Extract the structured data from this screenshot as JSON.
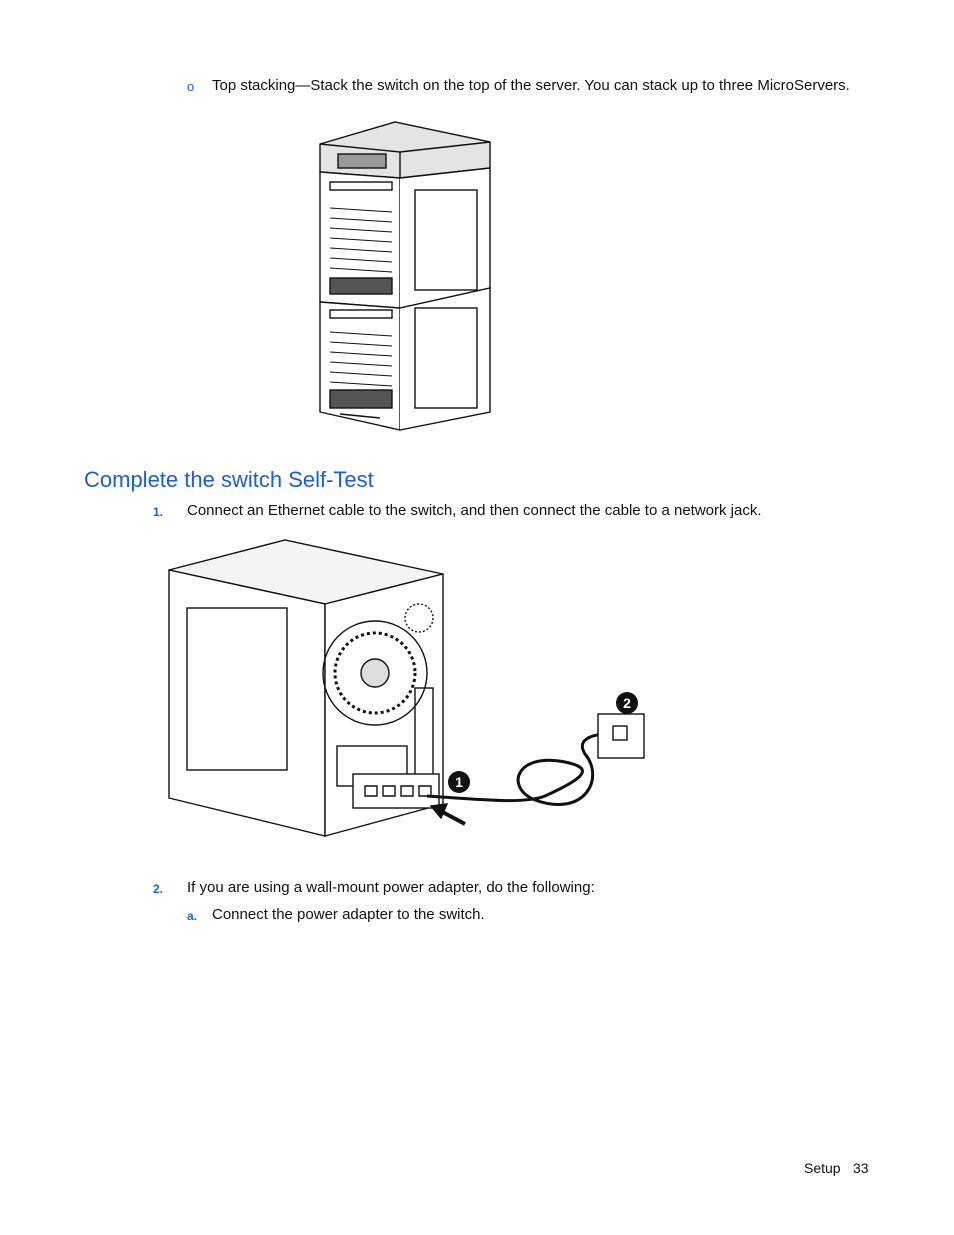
{
  "section1": {
    "bullet": "o",
    "text": "Top stacking—Stack the switch on the top of the server. You can stack up to three MicroServers."
  },
  "heading": "Complete the switch Self-Test",
  "steps": [
    {
      "number": "1.",
      "text": "Connect an Ethernet cable to the switch, and then connect the cable to a network jack."
    },
    {
      "number": "2.",
      "text": "If you are using a wall-mount power adapter, do the following:"
    }
  ],
  "substeps": [
    {
      "letter": "a.",
      "text": "Connect the power adapter to the switch."
    }
  ],
  "figure2_callouts": [
    "1",
    "2"
  ],
  "footer": {
    "section": "Setup",
    "page": "33"
  }
}
